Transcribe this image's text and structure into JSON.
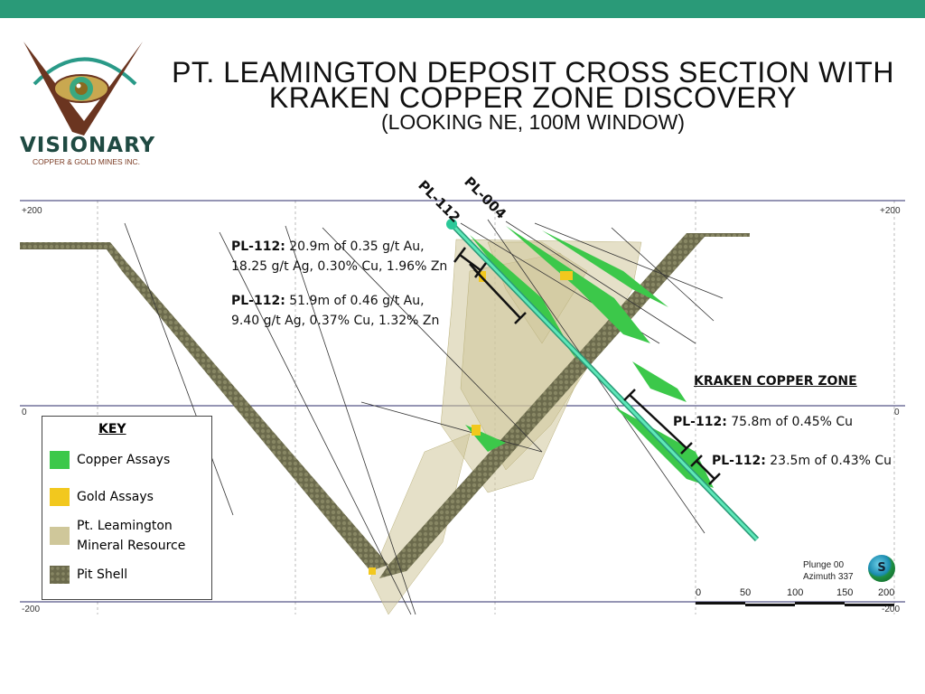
{
  "header": {
    "title_line1": "PT. LEAMINGTON DEPOSIT CROSS SECTION WITH",
    "title_line2": "KRAKEN COPPER ZONE DISCOVERY",
    "subtitle": "(LOOKING NE, 100M WINDOW)"
  },
  "logo": {
    "name": "VISIONARY",
    "tagline": "COPPER & GOLD MINES INC."
  },
  "axis": {
    "left": [
      "+200",
      "0",
      "-200"
    ],
    "right": [
      "+200",
      "0",
      "-200"
    ]
  },
  "drillholes": {
    "pl112": "PL-112",
    "pl004": "PL-004"
  },
  "annotations": [
    {
      "hole": "PL-112:",
      "line1": " 20.9m of 0.35 g/t Au,",
      "line2": "18.25 g/t Ag, 0.30% Cu, 1.96% Zn"
    },
    {
      "hole": "PL-112:",
      "line1": " 51.9m of 0.46 g/t Au,",
      "line2": "9.40 g/t Ag, 0.37% Cu, 1.32% Zn"
    },
    {
      "hole": "PL-112:",
      "line1": " 75.8m of 0.45% Cu"
    },
    {
      "hole": "PL-112:",
      "line1": " 23.5m of 0.43% Cu"
    }
  ],
  "zone_label": "KRAKEN COPPER ZONE",
  "key": {
    "title": "KEY",
    "items": [
      {
        "label": "Copper Assays",
        "color": "#3cc84a"
      },
      {
        "label": "Gold Assays",
        "color": "#f2c81e"
      },
      {
        "label": "Pt. Leamington",
        "label2": "Mineral Resource",
        "color": "#cfc79a"
      },
      {
        "label": "Pit Shell",
        "color": "#6b6a4c"
      }
    ]
  },
  "orientation": {
    "plunge": "Plunge 00",
    "azimuth": "Azimuth 337",
    "compass": "S"
  },
  "scale": {
    "ticks": [
      "0",
      "50",
      "100",
      "150",
      "200"
    ]
  },
  "colors": {
    "brand": "#2a9a78",
    "hole": "#3ad8a0",
    "frame": "#2b2b6a"
  }
}
